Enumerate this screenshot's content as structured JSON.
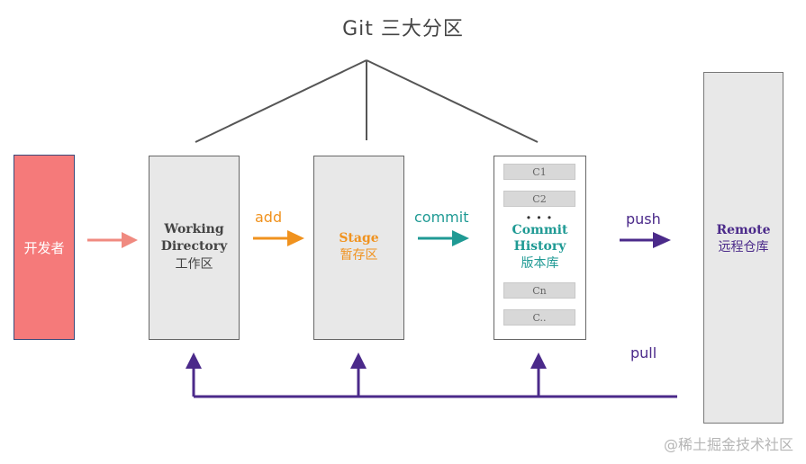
{
  "title": "Git 三大分区",
  "developer": {
    "label": "开发者"
  },
  "working": {
    "en": "Working Directory",
    "en_line1": "Working",
    "en_line2": "Directory",
    "zh": "工作区"
  },
  "stage": {
    "en": "Stage",
    "zh": "暂存区"
  },
  "history": {
    "en_line1": "Commit",
    "en_line2": "History",
    "zh": "版本库",
    "commits_top": [
      "C1",
      "C2"
    ],
    "dots": "• • •",
    "commits_bottom": [
      "Cn",
      "C.."
    ]
  },
  "remote": {
    "en": "Remote",
    "zh": "远程仓库"
  },
  "operations": {
    "add": "add",
    "commit": "commit",
    "push": "push",
    "pull": "pull"
  },
  "colors": {
    "developer": "#f57a7a",
    "arrow_dev": "#f08a80",
    "add": "#f0921e",
    "stage_text": "#f0921e",
    "commit": "#1f9a94",
    "history_text": "#1f9a94",
    "push": "#4b2a8a",
    "pull": "#4b2a8a",
    "remote_text": "#4b2a8a"
  },
  "watermark": "@稀土掘金技术社区"
}
